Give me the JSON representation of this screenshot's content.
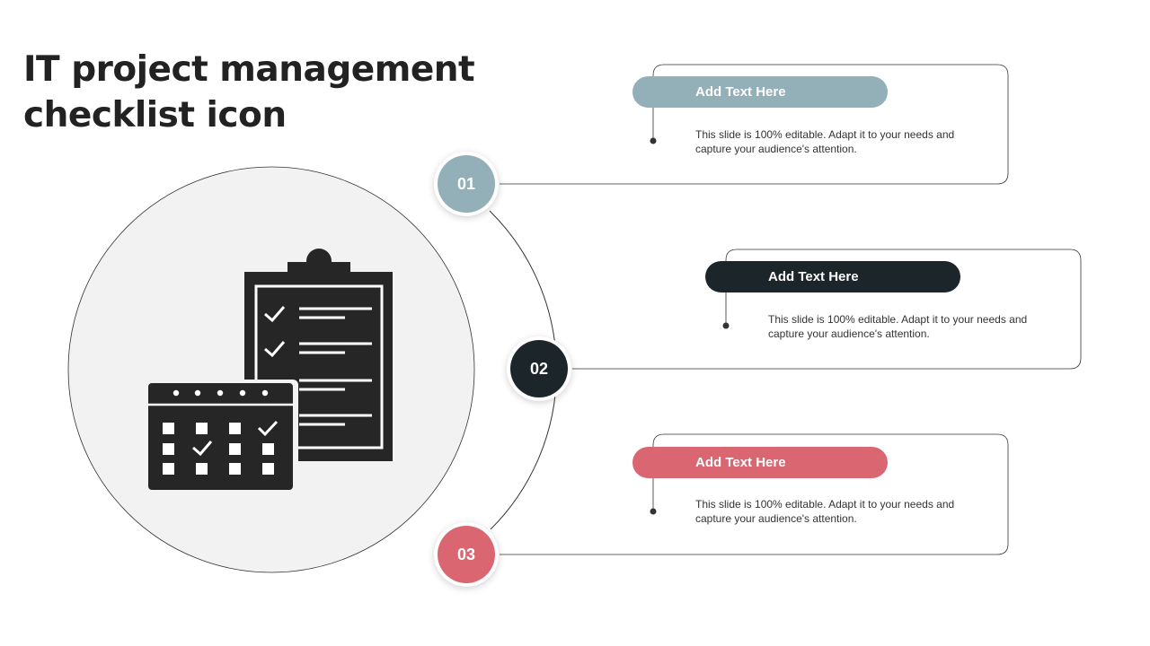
{
  "title": {
    "line1": "IT project management",
    "line2": "checklist icon"
  },
  "colors": {
    "step1": "#93afb8",
    "step2": "#1c2529",
    "step3": "#d96671",
    "icon": "#262626",
    "circle_fill": "#f2f2f2"
  },
  "icon_name": "clipboard-calendar-checklist-icon",
  "steps": [
    {
      "number": "01",
      "heading": "Add Text Here",
      "body": "This slide is 100% editable. Adapt it to your needs and capture your audience's attention."
    },
    {
      "number": "02",
      "heading": "Add Text Here",
      "body": "This slide is 100% editable. Adapt it to your needs and capture your audience's attention."
    },
    {
      "number": "03",
      "heading": "Add Text Here",
      "body": "This slide is 100% editable. Adapt it to your needs and capture your audience's attention."
    }
  ]
}
